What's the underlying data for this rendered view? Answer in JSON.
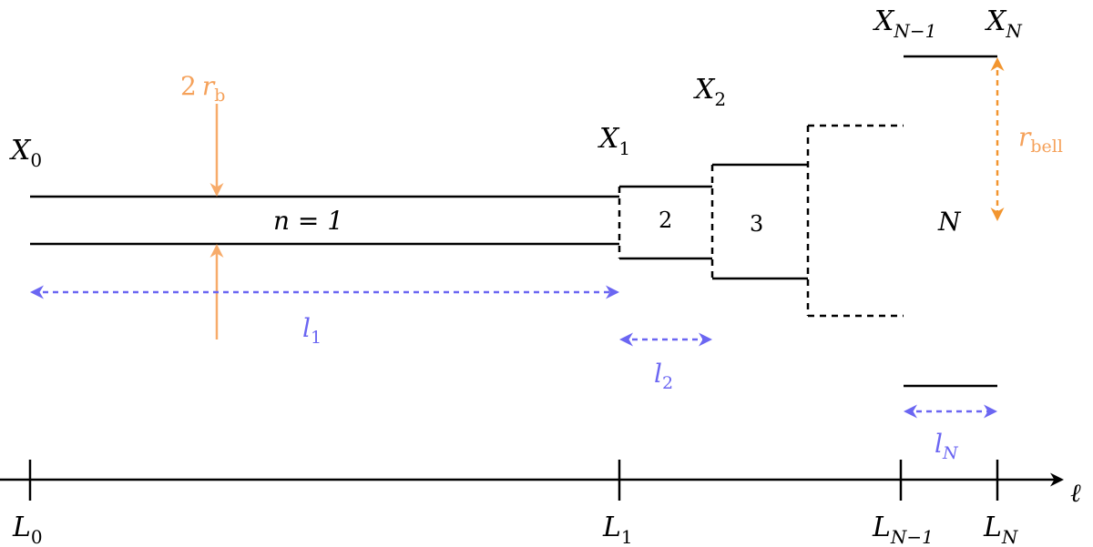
{
  "labels": {
    "x0": "X",
    "x0_sub": "0",
    "x1": "X",
    "x1_sub": "1",
    "x2": "X",
    "x2_sub": "2",
    "xn1": "X",
    "xn1_sub": "N−1",
    "xn": "X",
    "xn_sub": "N",
    "radius_b_coef": "2",
    "radius_b": "r",
    "radius_b_sub": "b",
    "radius_bell": "r",
    "radius_bell_sub": "bell",
    "seg1": "n = 1",
    "seg2": "2",
    "seg3": "3",
    "segN": "N",
    "l1": "l",
    "l1_sub": "1",
    "l2": "l",
    "l2_sub": "2",
    "lN": "l",
    "lN_sub": "N",
    "axis": "ℓ",
    "L0": "L",
    "L0_sub": "0",
    "L1": "L",
    "L1_sub": "1",
    "LN1": "L",
    "LN1_sub": "N−1",
    "LN": "L",
    "LN_sub": "N"
  },
  "colors": {
    "radius": "#f5a15a",
    "length": "#6b66f2",
    "outline": "#000000"
  }
}
